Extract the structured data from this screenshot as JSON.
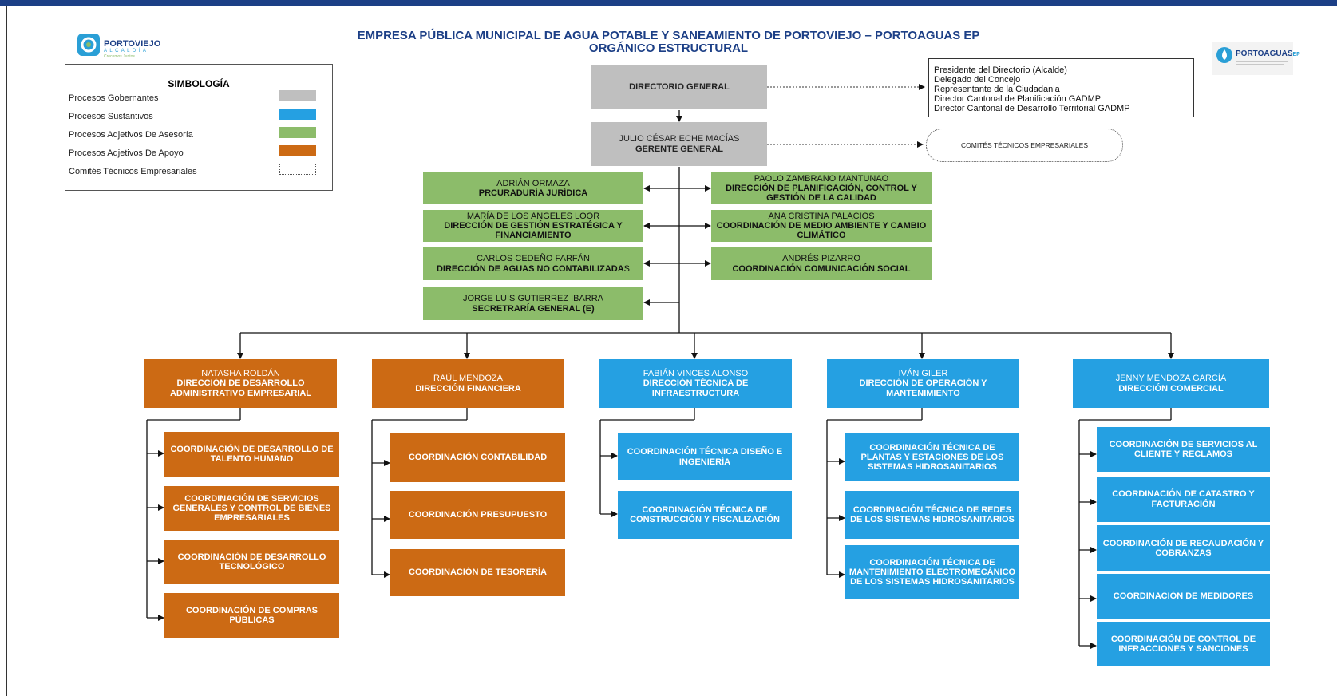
{
  "title_line1": "EMPRESA PÚBLICA MUNICIPAL DE AGUA POTABLE Y SANEAMIENTO DE PORTOVIEJO – PORTOAGUAS EP",
  "title_line2": "ORGÁNICO ESTRUCTURAL",
  "logo_left": {
    "name": "PORTOVIEJO",
    "sub": "A L C A L D Í A",
    "tagline": "Crecemos Juntos"
  },
  "logo_right": {
    "name": "PORTOAGUAS",
    "suffix": "EP"
  },
  "legend": {
    "title": "SIMBOLOGÍA",
    "items": [
      {
        "label": "Procesos Gobernantes",
        "color": "#bfbfbf",
        "style": "solid"
      },
      {
        "label": "Procesos Sustantivos",
        "color": "#25a0e2",
        "style": "solid"
      },
      {
        "label": "Procesos Adjetivos De Asesoría",
        "color": "#8cbc6a",
        "style": "solid"
      },
      {
        "label": "Procesos Adjetivos De Apoyo",
        "color": "#cc6a14",
        "style": "solid"
      },
      {
        "label": "Comités Técnicos Empresariales",
        "color": "#555555",
        "style": "dotted"
      }
    ]
  },
  "directorio": {
    "title": "DIRECTORIO GENERAL"
  },
  "directorio_members": [
    "Presidente del Directorio (Alcalde)",
    "Delegado del Concejo",
    "Representante de la Ciudadania",
    "Director Cantonal de Planificación GADMP",
    "Director Cantonal de Desarrollo Territorial GADMP"
  ],
  "gerente": {
    "name": "JULIO CÉSAR ECHE MACÍAS",
    "title": "GERENTE GENERAL"
  },
  "comites": {
    "label": "COMITÉS TÉCNICOS EMPRESARIALES"
  },
  "advisory_left": [
    {
      "name": "ADRIÁN ORMAZA",
      "title": "PRCURADURÍA JURÍDICA"
    },
    {
      "name": "MARÍA DE LOS ANGELES LOOR",
      "title": "DIRECCIÓN DE GESTIÓN ESTRATÉGICA Y FINANCIAMIENTO"
    },
    {
      "name": "CARLOS CEDEÑO FARFÁN",
      "title": "DIRECCIÓN DE AGUAS NO CONTABILIZADA",
      "title_tail": "S"
    },
    {
      "name": "JORGE LUIS GUTIERREZ IBARRA",
      "title": "SECRETRARÍA GENERAL (E)"
    }
  ],
  "advisory_right": [
    {
      "name": "PAOLO ZAMBRANO MANTUNAO",
      "title": "DIRECCIÓN DE PLANIFICACIÓN, CONTROL Y GESTIÓN DE LA CALIDAD"
    },
    {
      "name": "ANA CRISTINA PALACIOS",
      "title": "COORDINACIÓN DE MEDIO AMBIENTE Y CAMBIO CLIMÁTICO"
    },
    {
      "name": "ANDRÉS PIZARRO",
      "title": "COORDINACIÓN COMUNICACIÓN SOCIAL"
    }
  ],
  "departments": [
    {
      "name": "NATASHA ROLDÁN",
      "title": "DIRECCIÓN DE DESARROLLO ADMINISTRATIVO EMPRESARIAL",
      "color": "#cc6a14",
      "subs": [
        "COORDINACIÓN DE DESARROLLO DE TALENTO HUMANO",
        "COORDINACIÓN DE SERVICIOS GENERALES Y CONTROL DE BIENES EMPRESARIALES",
        "COORDINACIÓN DE DESARROLLO TECNOLÓGICO",
        "COORDINACIÓN DE COMPRAS PÚBLICAS"
      ]
    },
    {
      "name": "RAÚL MENDOZA",
      "title": "DIRECCIÓN FINANCIERA",
      "color": "#cc6a14",
      "subs": [
        "COORDINACIÓN CONTABILIDAD",
        "COORDINACIÓN PRESUPUESTO",
        "COORDINACIÓN DE TESORERÍA"
      ]
    },
    {
      "name": "FABIÁN VINCES ALONSO",
      "title": "DIRECCIÓN TÉCNICA DE INFRAESTRUCTURA",
      "color": "#25a0e2",
      "subs": [
        "COORDINACIÓN TÉCNICA DISEÑO E INGENIERÍA",
        "COORDINACIÓN TÉCNICA DE CONSTRUCCIÓN Y FISCALIZACIÓN"
      ]
    },
    {
      "name": "IVÁN GILER",
      "title": "DIRECCIÓN DE OPERACIÓN Y MANTENIMIENTO",
      "color": "#25a0e2",
      "subs": [
        "COORDINACIÓN TÉCNICA DE PLANTAS Y ESTACIONES DE LOS SISTEMAS HIDROSANITARIOS",
        "COORDINACIÓN TÉCNICA DE REDES DE LOS SISTEMAS HIDROSANITARIOS",
        "COORDINACIÓN TÉCNICA DE MANTENIMIENTO ELECTROMECÁNICO DE LOS SISTEMAS HIDROSANITARIOS"
      ]
    },
    {
      "name": "JENNY MENDOZA GARCÍA",
      "title": "DIRECCIÓN COMERCIAL",
      "color": "#25a0e2",
      "subs": [
        "COORDINACIÓN DE SERVICIOS AL CLIENTE Y RECLAMOS",
        "COORDINACIÓN DE CATASTRO Y FACTURACIÓN",
        "COORDINACIÓN DE RECAUDACIÓN Y COBRANZAS",
        "COORDINACIÓN DE MEDIDORES",
        "COORDINACIÓN DE CONTROL DE INFRACCIONES Y SANCIONES"
      ]
    }
  ]
}
